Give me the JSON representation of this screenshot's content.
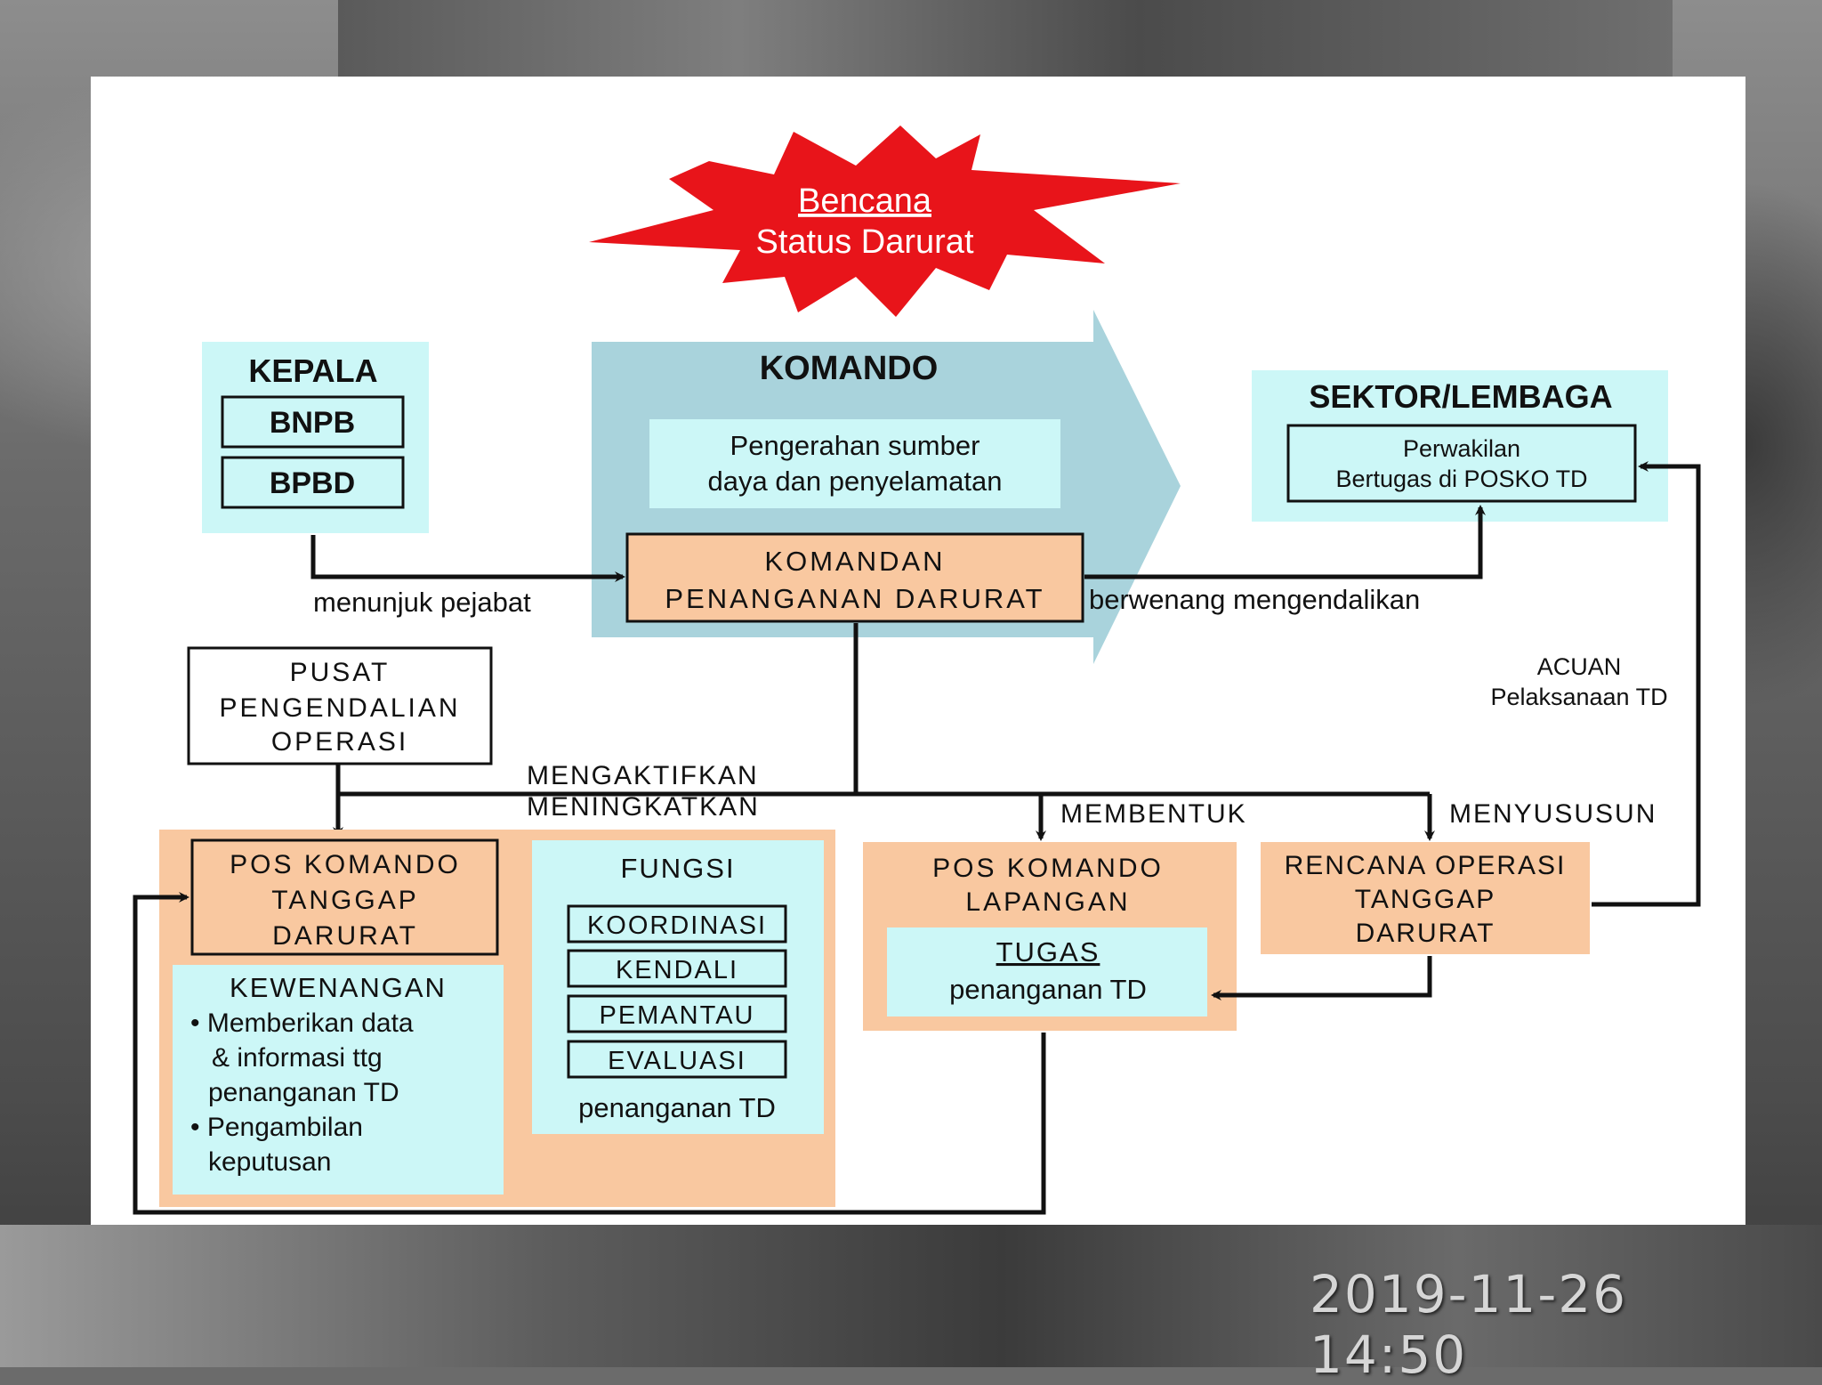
{
  "title": {
    "line1": "Bencana",
    "line2": "Status Darurat"
  },
  "kepala": {
    "heading": "KEPALA",
    "items": [
      "BNPB",
      "BPBD"
    ]
  },
  "komando": {
    "heading": "KOMANDO",
    "desc_line1": "Pengerahan sumber",
    "desc_line2": "daya dan penyelamatan"
  },
  "komandan": {
    "line1": "KOMANDAN",
    "line2": "PENANGANAN DARURAT"
  },
  "sektor": {
    "heading": "SEKTOR/LEMBAGA",
    "line1": "Perwakilan",
    "line2": "Bertugas di POSKO TD"
  },
  "labels": {
    "menunjuk": "menunjuk pejabat",
    "berwenang": "berwenang mengendalikan",
    "acuan_line1": "ACUAN",
    "acuan_line2": "Pelaksanaan TD",
    "mengaktifkan": "MENGAKTIFKAN",
    "meningkatkan": "MENINGKATKAN",
    "membentuk": "MEMBENTUK",
    "menyusun": "MENYUSUSUN"
  },
  "pusat": {
    "line1": "PUSAT",
    "line2": "PENGENDALIAN",
    "line3": "OPERASI"
  },
  "pos_komando_td": {
    "line1": "POS KOMANDO",
    "line2": "TANGGAP",
    "line3": "DARURAT"
  },
  "kewenangan": {
    "heading": "KEWENANGAN",
    "lines": [
      "• Memberikan data",
      "& informasi ttg",
      "penanganan TD",
      "• Pengambilan",
      "keputusan"
    ]
  },
  "fungsi": {
    "heading": "FUNGSI",
    "items": [
      "KOORDINASI",
      "KENDALI",
      "PEMANTAU",
      "EVALUASI"
    ],
    "footer": "penanganan TD"
  },
  "pos_lapangan": {
    "line1": "POS KOMANDO",
    "line2": "LAPANGAN",
    "tugas": "TUGAS",
    "tugas_sub": "penanganan TD"
  },
  "rencana": {
    "line1": "RENCANA OPERASI",
    "line2": "TANGGAP",
    "line3": "DARURAT"
  },
  "timestamp": "2019-11-26 14:50",
  "colors": {
    "burst": "#e8141a",
    "light_blue": "#ccf7f7",
    "big_arrow": "#a9d3dc",
    "orange": "#f9c8a0",
    "line": "#111111"
  }
}
